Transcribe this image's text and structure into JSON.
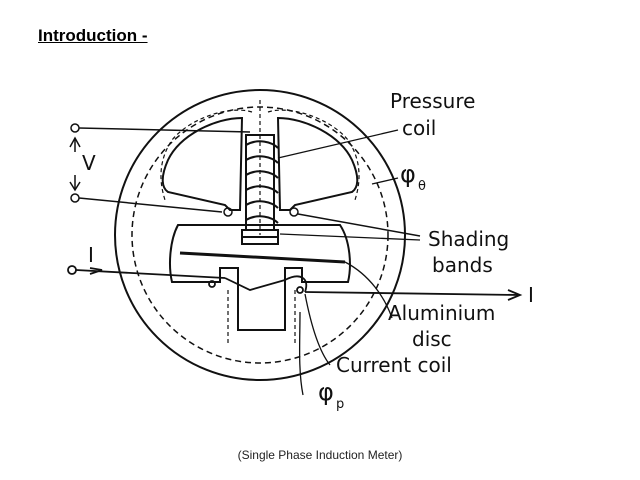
{
  "heading": "Introduction -",
  "diagram": {
    "labels": {
      "pressure": "Pressure",
      "coil": "coil",
      "phi": "φ",
      "theta": "θ",
      "shading": "Shading",
      "bands": "bands",
      "aluminium": "Aluminium",
      "disc": "disc",
      "current_coil": "Current coil",
      "p_sub": "p",
      "voltage": "V",
      "current_in": "I",
      "current_out": "I"
    }
  },
  "caption": "(Single Phase Induction Meter)"
}
